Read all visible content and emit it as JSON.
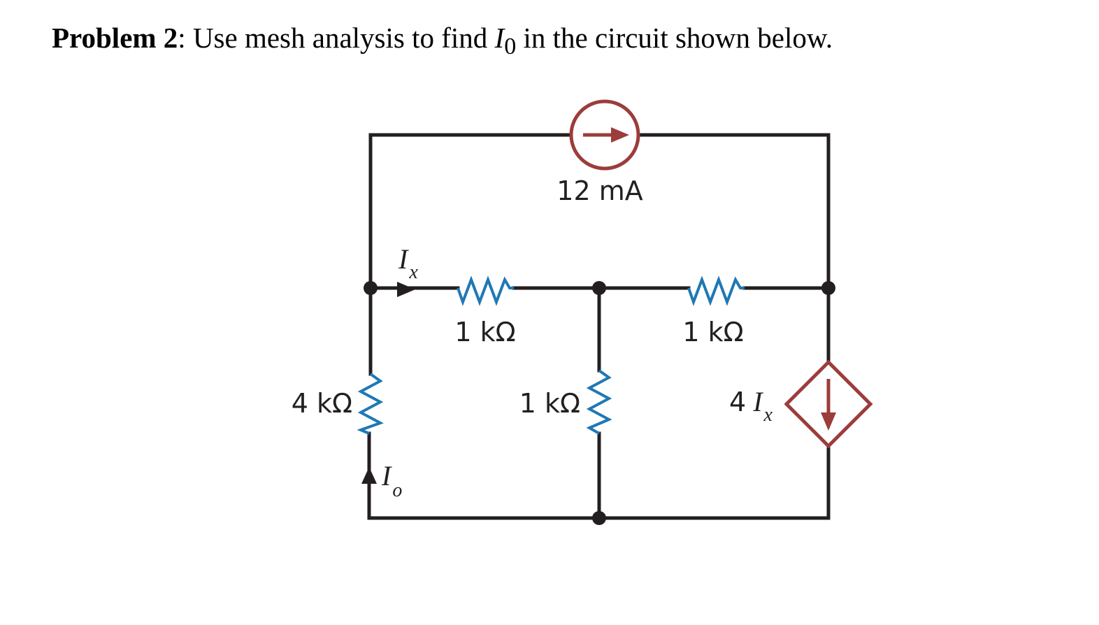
{
  "problem": {
    "heading": "Problem 2",
    "text_before": ": Use mesh analysis to find ",
    "var": "I",
    "var_sub": "0",
    "text_after": " in the circuit shown below."
  },
  "circuit": {
    "current_source": {
      "label": "12 mA"
    },
    "resistor_left_vertical": {
      "label": "4 kΩ"
    },
    "resistor_top_left": {
      "label": "1 kΩ"
    },
    "resistor_top_right": {
      "label": "1 kΩ"
    },
    "resistor_middle_vertical": {
      "label": "1 kΩ"
    },
    "dependent_source": {
      "coef": "4",
      "var": "I",
      "sub": "x"
    },
    "current_ix": {
      "var": "I",
      "sub": "x"
    },
    "current_io": {
      "var": "I",
      "sub": "o"
    }
  },
  "colors": {
    "wire": "#231f20",
    "resistor": "#1f78b4",
    "source": "#9b3d3b"
  }
}
